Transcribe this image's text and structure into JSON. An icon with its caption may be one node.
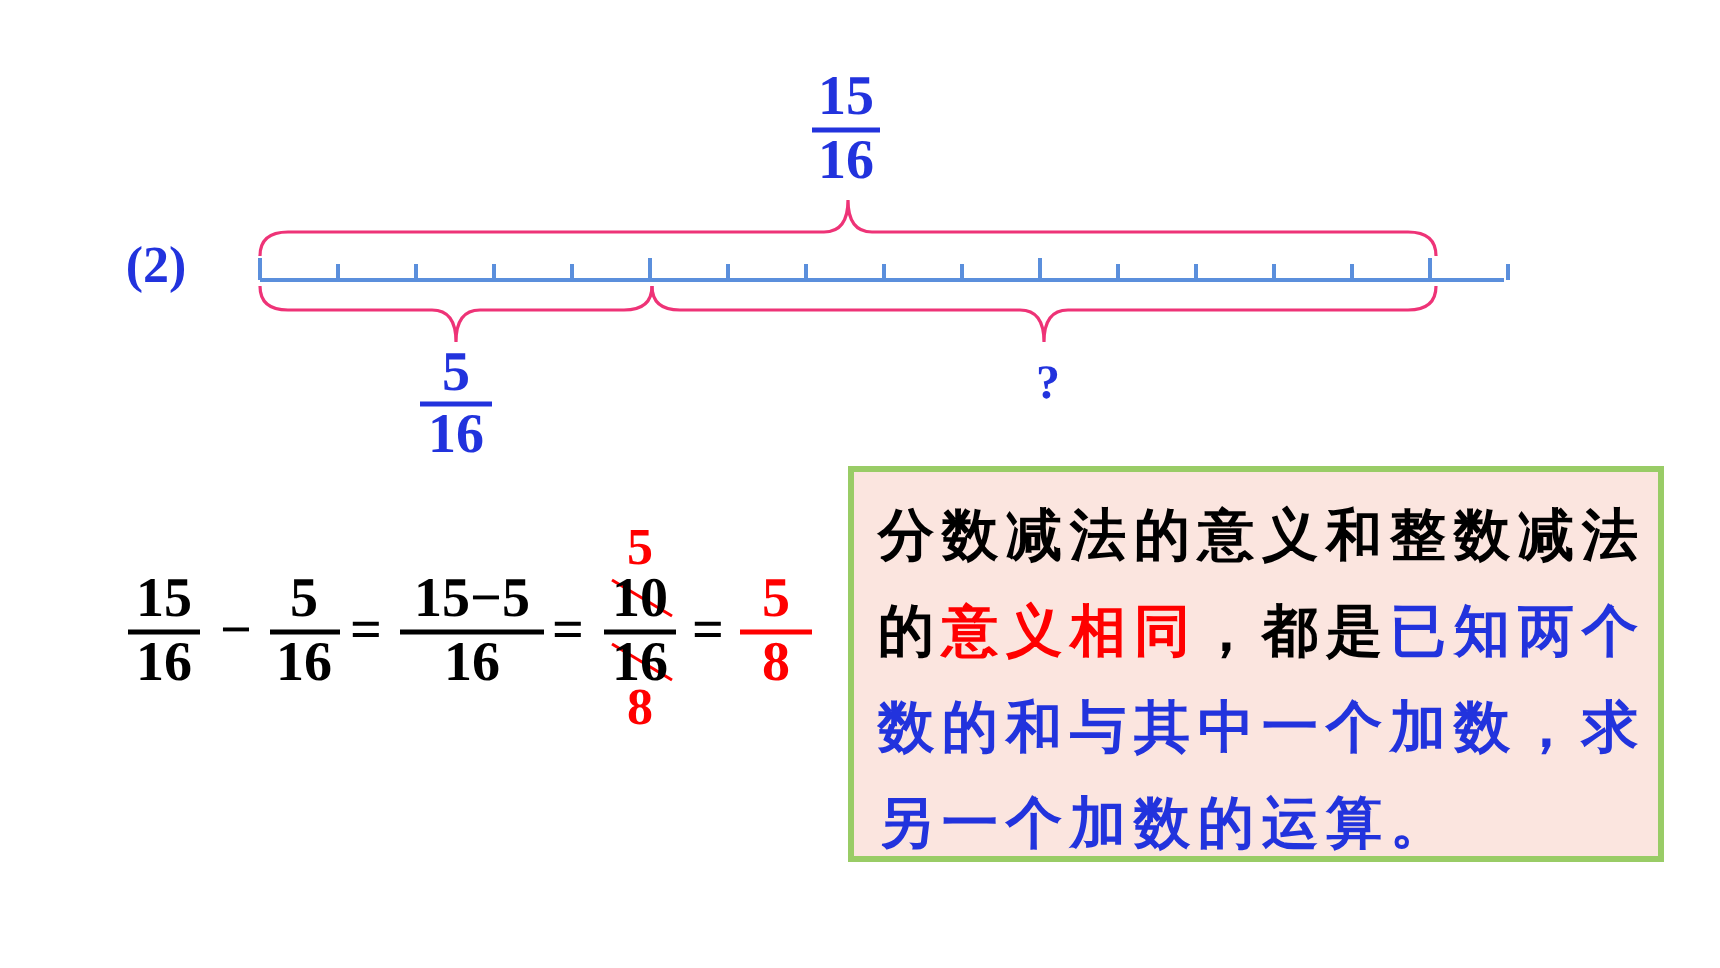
{
  "diagram": {
    "nodes": [
      {
        "text": [
          "分数减法的意义和整数减法的",
          "意义相同",
          "，都是",
          "已知两个数的和与其中一个加数，求另一个加数的运算。"
        ]
      }
    ],
    "labels": [
      "15",
      "16",
      "(2)",
      "5",
      "16",
      "?",
      "15",
      "16",
      "−",
      "5",
      "16",
      "=",
      "15−5",
      "16",
      "=",
      "5",
      "10",
      "16",
      "8",
      "=",
      "5",
      "8"
    ]
  }
}
